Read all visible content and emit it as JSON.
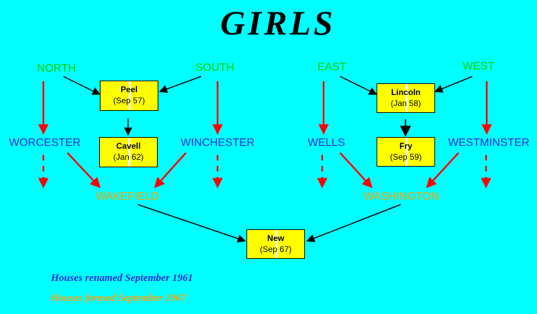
{
  "title": "GIRLS",
  "houses": {
    "north": "NORTH",
    "south": "SOUTH",
    "east": "EAST",
    "west": "WEST",
    "worcester": "WORCESTER",
    "winchester": "WINCHESTER",
    "wells": "WELLS",
    "westminster": "WESTMINSTER",
    "wakefield": "WAKEFIELD",
    "washington": "WASHINGTON"
  },
  "boxes": {
    "peel": {
      "name": "Peel",
      "date": "(Sep 57)"
    },
    "cavell": {
      "name": "Cavell",
      "date": "(Jan 62)"
    },
    "lincoln": {
      "name": "Lincoln",
      "date": "(Jan 58)"
    },
    "fry": {
      "name": "Fry",
      "date": "(Sep 59)"
    },
    "new": {
      "name": "New",
      "date": "(Sep 67)"
    }
  },
  "legend": {
    "renamed": "Houses renamed September 1961",
    "formed": "Houses formed September 1967"
  },
  "colors": {
    "background": "#00ffff",
    "original_houses": "#00cc00",
    "renamed_houses": "#2f2fd2",
    "formed_houses": "#ffa000",
    "boxes": "#ffff00",
    "rename_arrows": "#ff0000",
    "merge_arrows": "#000000"
  }
}
